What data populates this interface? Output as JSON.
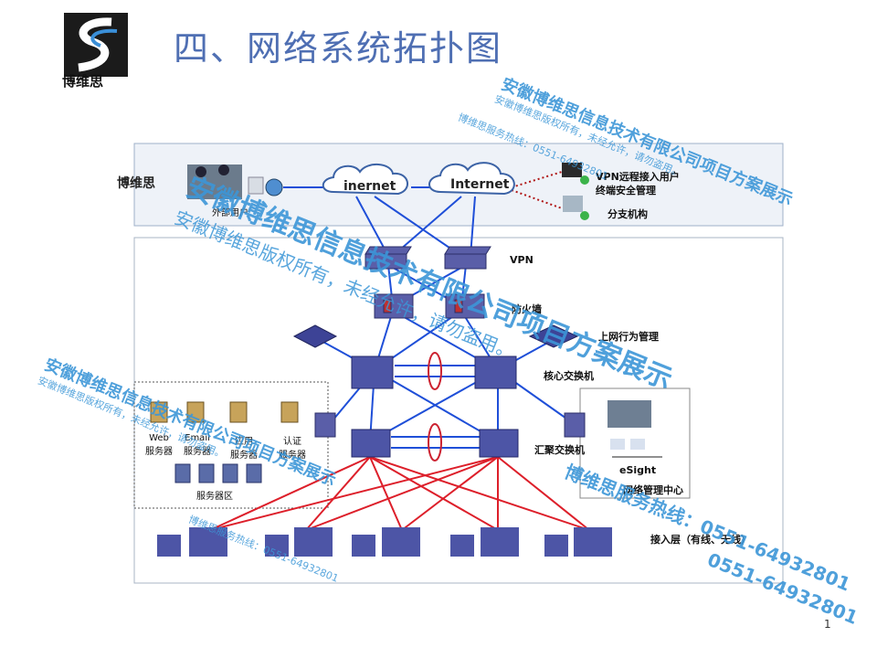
{
  "slide": {
    "title": "四、网络系统拓扑图",
    "logo_text": "博维思",
    "page_number": "1"
  },
  "diagram": {
    "clouds": [
      "inernet",
      "Internet"
    ],
    "labels": {
      "external_users": "外部用户",
      "vpn_remote": "VPN远程接入用户",
      "terminal_security": "终端安全管理",
      "branch": "分支机构",
      "vpn": "VPN",
      "firewall": "防火墙",
      "behavior_mgmt": "上网行为管理",
      "core_switch": "核心交换机",
      "agg_switch": "汇聚交换机",
      "esight": "eSight",
      "nms_center": "网络管理中心",
      "access_layer": "接入层（有线、无线）",
      "server_zone": "服务器区"
    },
    "servers": [
      {
        "l1": "Web",
        "l2": "服务器"
      },
      {
        "l1": "Email",
        "l2": "服务器"
      },
      {
        "l1": "应用",
        "l2": "服务器"
      },
      {
        "l1": "认证",
        "l2": "服务器"
      }
    ],
    "colors": {
      "core_links": "#1f4fd8",
      "access_links": "#dd1f2a",
      "vpn_links": "#b01515"
    }
  },
  "watermark": {
    "company": "安徽博维思信息技术有限公司项目方案展示",
    "copyright": "安徽博维思版权所有，未经允许，请勿盗用。",
    "hotline": "博维思服务热线：0551-64932801",
    "hotline_short": "0551-64932801",
    "brand": "博维思"
  }
}
